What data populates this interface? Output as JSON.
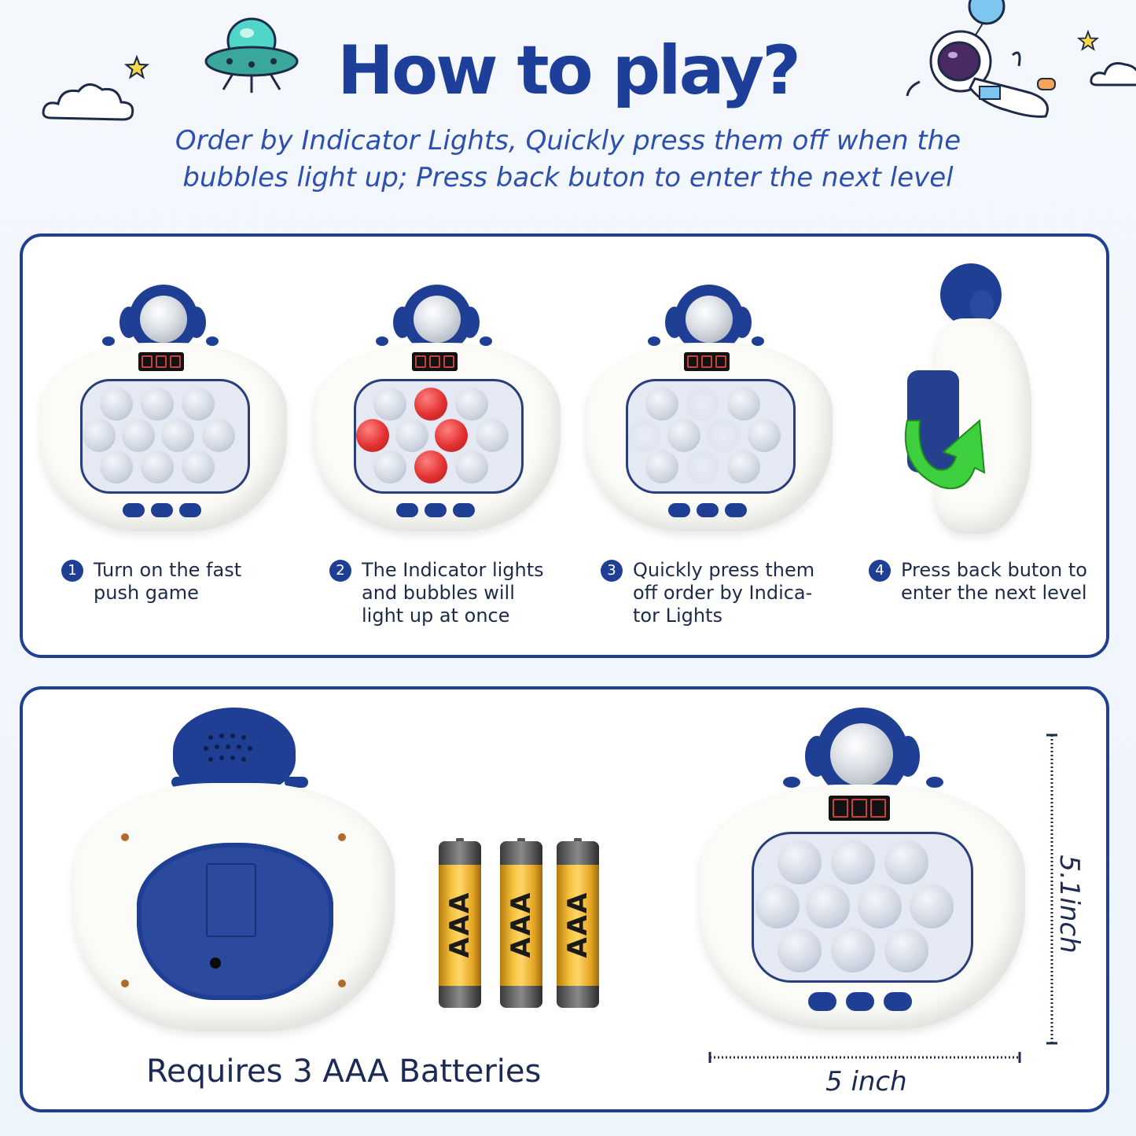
{
  "header": {
    "title": "How to play?",
    "subtitle_line1": "Order by Indicator Lights, Quickly press them off when the",
    "subtitle_line2": "bubbles light up; Press back buton to enter the next level"
  },
  "steps": [
    {
      "number": "1",
      "text": "Turn on the fast\npush game"
    },
    {
      "number": "2",
      "text": "The Indicator lights\nand bubbles will\nlight up at once"
    },
    {
      "number": "3",
      "text": "Quickly press them\noff order by Indica-\ntor Lights"
    },
    {
      "number": "4",
      "text": "Press back buton to\nenter the next level"
    }
  ],
  "batteries": {
    "labels": [
      "AAA",
      "AAA",
      "AAA"
    ],
    "caption": "Requires 3 AAA Batteries"
  },
  "dimensions": {
    "height": "5.1inch",
    "width": "5 inch"
  },
  "colors": {
    "brand_blue": "#1f3f94",
    "lit_bubble": "#e23232",
    "arrow_green": "#3ecf3e"
  },
  "icons": [
    "ufo-icon",
    "astronaut-icon",
    "star-icon",
    "cloud-icon",
    "rotate-arrow-icon"
  ]
}
